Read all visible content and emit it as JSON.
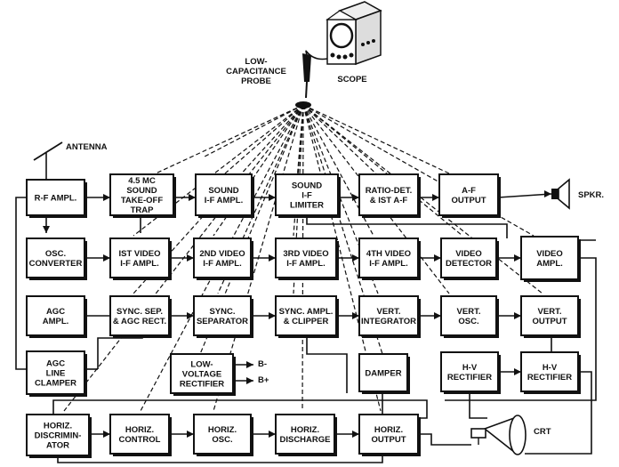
{
  "labels": {
    "antenna": "ANTENNA",
    "probe": [
      "LOW-",
      "CAPACITANCE",
      "PROBE"
    ],
    "scope": "SCOPE",
    "speaker": "SPKR.",
    "crt": "CRT",
    "b_minus": "B-",
    "b_plus": "B+"
  },
  "blocks": [
    {
      "id": "rf-ampl",
      "lines": [
        "R-F AMPL."
      ]
    },
    {
      "id": "sound-trap",
      "lines": [
        "4.5 MC",
        "SOUND",
        "TAKE-OFF",
        "TRAP"
      ]
    },
    {
      "id": "sound-if-ampl",
      "lines": [
        "SOUND",
        "I-F AMPL."
      ]
    },
    {
      "id": "sound-if-limiter",
      "lines": [
        "SOUND",
        "I-F",
        "LIMITER"
      ]
    },
    {
      "id": "ratio-det",
      "lines": [
        "RATIO-DET.",
        "& IST A-F"
      ]
    },
    {
      "id": "af-output",
      "lines": [
        "A-F",
        "OUTPUT"
      ]
    },
    {
      "id": "osc-converter",
      "lines": [
        "OSC.",
        "CONVERTER"
      ]
    },
    {
      "id": "video-if-1",
      "lines": [
        "IST VIDEO",
        "I-F AMPL."
      ]
    },
    {
      "id": "video-if-2",
      "lines": [
        "2ND VIDEO",
        "I-F AMPL."
      ]
    },
    {
      "id": "video-if-3",
      "lines": [
        "3RD VIDEO",
        "I-F AMPL."
      ]
    },
    {
      "id": "video-if-4",
      "lines": [
        "4TH VIDEO",
        "I-F AMPL."
      ]
    },
    {
      "id": "video-detector",
      "lines": [
        "VIDEO",
        "DETECTOR"
      ]
    },
    {
      "id": "video-ampl",
      "lines": [
        "VIDEO",
        "AMPL."
      ]
    },
    {
      "id": "agc-ampl",
      "lines": [
        "AGC",
        "AMPL."
      ]
    },
    {
      "id": "sync-sep-agc",
      "lines": [
        "SYNC. SEP.",
        "& AGC RECT."
      ]
    },
    {
      "id": "sync-separator",
      "lines": [
        "SYNC.",
        "SEPARATOR"
      ]
    },
    {
      "id": "sync-ampl-clipper",
      "lines": [
        "SYNC. AMPL.",
        "& CLIPPER"
      ]
    },
    {
      "id": "vert-integrator",
      "lines": [
        "VERT.",
        "INTEGRATOR"
      ]
    },
    {
      "id": "vert-osc",
      "lines": [
        "VERT.",
        "OSC."
      ]
    },
    {
      "id": "vert-output",
      "lines": [
        "VERT.",
        "OUTPUT"
      ]
    },
    {
      "id": "agc-line-clamper",
      "lines": [
        "AGC",
        "LINE",
        "CLAMPER"
      ]
    },
    {
      "id": "lv-rectifier",
      "lines": [
        "LOW-",
        "VOLTAGE",
        "RECTIFIER"
      ]
    },
    {
      "id": "damper",
      "lines": [
        "DAMPER"
      ]
    },
    {
      "id": "hv-rectifier-1",
      "lines": [
        "H-V",
        "RECTIFIER"
      ]
    },
    {
      "id": "hv-rectifier-2",
      "lines": [
        "H-V",
        "RECTIFIER"
      ]
    },
    {
      "id": "horiz-discriminator",
      "lines": [
        "HORIZ.",
        "DISCRIMIN-",
        "ATOR"
      ]
    },
    {
      "id": "horiz-control",
      "lines": [
        "HORIZ.",
        "CONTROL"
      ]
    },
    {
      "id": "horiz-osc",
      "lines": [
        "HORIZ.",
        "OSC."
      ]
    },
    {
      "id": "horiz-discharge",
      "lines": [
        "HORIZ.",
        "DISCHARGE"
      ]
    },
    {
      "id": "horiz-output",
      "lines": [
        "HORIZ.",
        "OUTPUT"
      ]
    }
  ]
}
